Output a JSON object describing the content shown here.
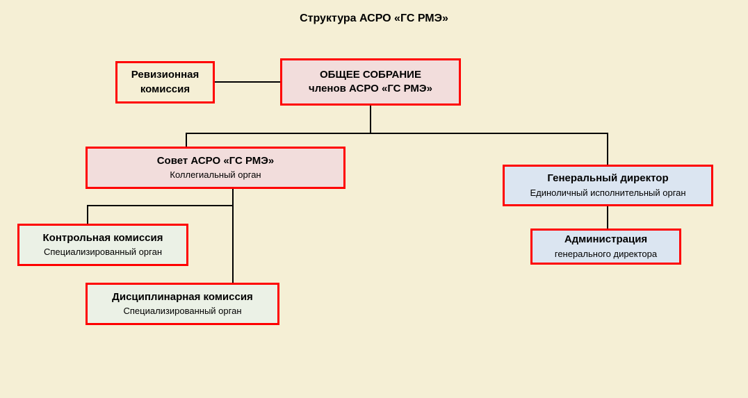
{
  "title": "Структура АСРО «ГС РМЭ»",
  "colors": {
    "background": "#f5efd5",
    "box_border": "#ff0000",
    "connector_line": "#000000",
    "meeting_fill": "#f2dddc",
    "council_fill": "#f2dddc",
    "director_fill": "#dbe5f1",
    "administration_fill": "#dbe5f1",
    "commission_fill": "#ebf1e6",
    "revision_fill": "#f5efd5"
  },
  "nodes": {
    "revision_commission": {
      "title": "Ревизионная\nкомиссия"
    },
    "general_meeting": {
      "title": "ОБЩЕЕ СОБРАНИЕ\nчленов АСРО  «ГС РМЭ»"
    },
    "council": {
      "title": "Совет АСРО «ГС РМЭ»",
      "subtitle": "Коллегиальный орган"
    },
    "control_commission": {
      "title": "Контрольная комиссия",
      "subtitle": "Специализированный орган"
    },
    "disciplinary_commission": {
      "title": "Дисциплинарная комиссия",
      "subtitle": "Специализированный орган"
    },
    "general_director": {
      "title": "Генеральный директор",
      "subtitle": "Единоличный исполнительный орган"
    },
    "administration": {
      "title": "Администрация",
      "subtitle": "генерального директора"
    }
  }
}
